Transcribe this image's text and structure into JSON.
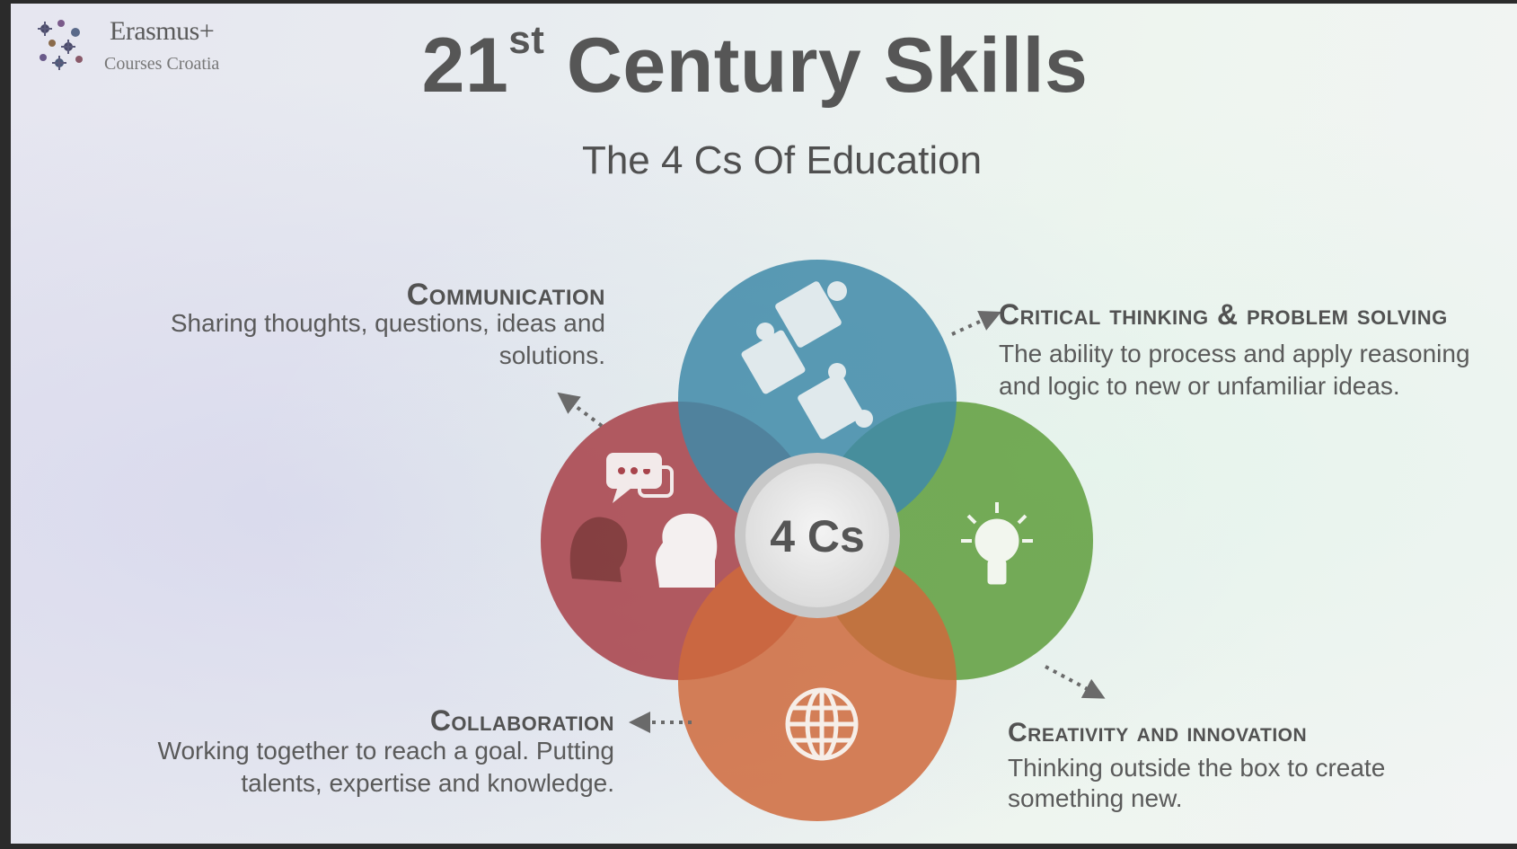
{
  "logo": {
    "name": "Erasmus+",
    "sub": "Courses Croatia"
  },
  "title": {
    "main_prefix": "21",
    "main_sup": "st",
    "main_suffix": " Century Skills",
    "subtitle": "The 4 Cs Of Education"
  },
  "center_label": "4 Cs",
  "colors": {
    "blue": "#3f8aa8",
    "green": "#5e9e3c",
    "red": "#a8444c",
    "orange": "#cf6a3c",
    "center_ring": "#d7d7d7"
  },
  "icons": {
    "blue": "puzzle-icon",
    "red": "speech-heads-icon",
    "green": "lightbulb-icon",
    "orange": "globe-icon"
  },
  "skills": {
    "communication": {
      "title": "Communication",
      "body": "Sharing thoughts, questions, ideas and solutions."
    },
    "critical": {
      "title": "Critical thinking & problem solving",
      "body": "The ability to process and apply reasoning and logic to new or unfamiliar ideas."
    },
    "collaboration": {
      "title": "Collaboration",
      "body": "Working together to reach a goal. Putting talents, expertise and knowledge."
    },
    "creativity": {
      "title": "Creativity and innovation",
      "body": "Thinking outside the box to create something new."
    }
  }
}
